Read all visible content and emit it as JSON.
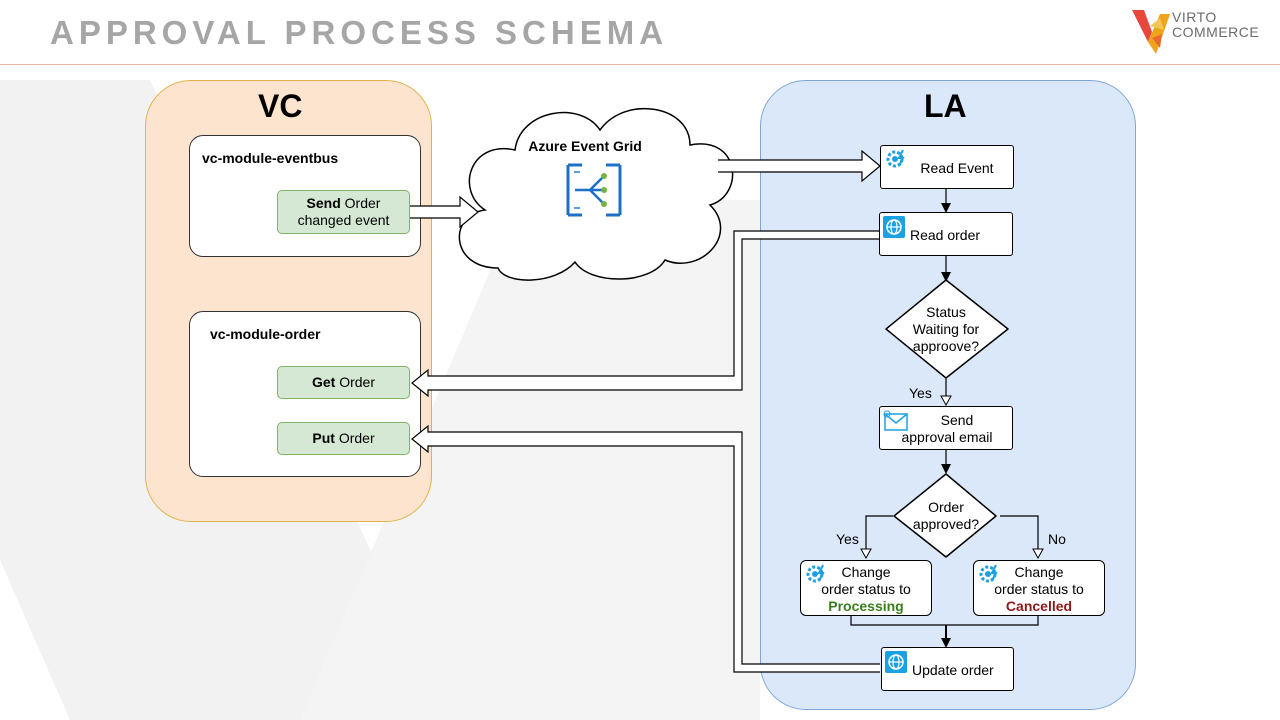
{
  "title": "APPROVAL PROCESS SCHEMA",
  "logo": {
    "line1": "VIRTO",
    "line2": "COMMERCE"
  },
  "vc_panel": {
    "title": "VC",
    "eventbus": {
      "title": "vc-module-eventbus",
      "send_bold": "Send",
      "send_rest1": " Order",
      "send_line2": "changed event"
    },
    "order": {
      "title": "vc-module-order",
      "get_bold": "Get",
      "get_rest": " Order",
      "put_bold": "Put",
      "put_rest": " Order"
    }
  },
  "cloud": {
    "title": "Azure Event Grid",
    "icon": "azure-event-grid-icon"
  },
  "la_panel": {
    "title": "LA",
    "read_event": "Read Event",
    "read_order": "Read order",
    "status_line1": "Status",
    "status_line2": "Waiting for",
    "status_line3": "approove?",
    "yes1": "Yes",
    "send_line1": "Send",
    "send_line2": "approval email",
    "approved_line1": "Order",
    "approved_line2": "approved?",
    "yes2": "Yes",
    "no": "No",
    "proc_line1": "Change",
    "proc_line2": "order status to",
    "proc_status": "Processing",
    "canc_line1": "Change",
    "canc_line2": "order status to",
    "canc_status": "Cancelled",
    "update_order": "Update order"
  },
  "colors": {
    "vc_fill": "#fde4cf",
    "vc_border": "#e0b24b",
    "la_fill": "#dbe8fa",
    "la_border": "#7ea6d8",
    "green_fill": "#d5e8d4",
    "green_border": "#82b366",
    "processing": "#3a7d1e",
    "cancelled": "#8b1a1a",
    "icon_blue": "#1ba1e2"
  }
}
